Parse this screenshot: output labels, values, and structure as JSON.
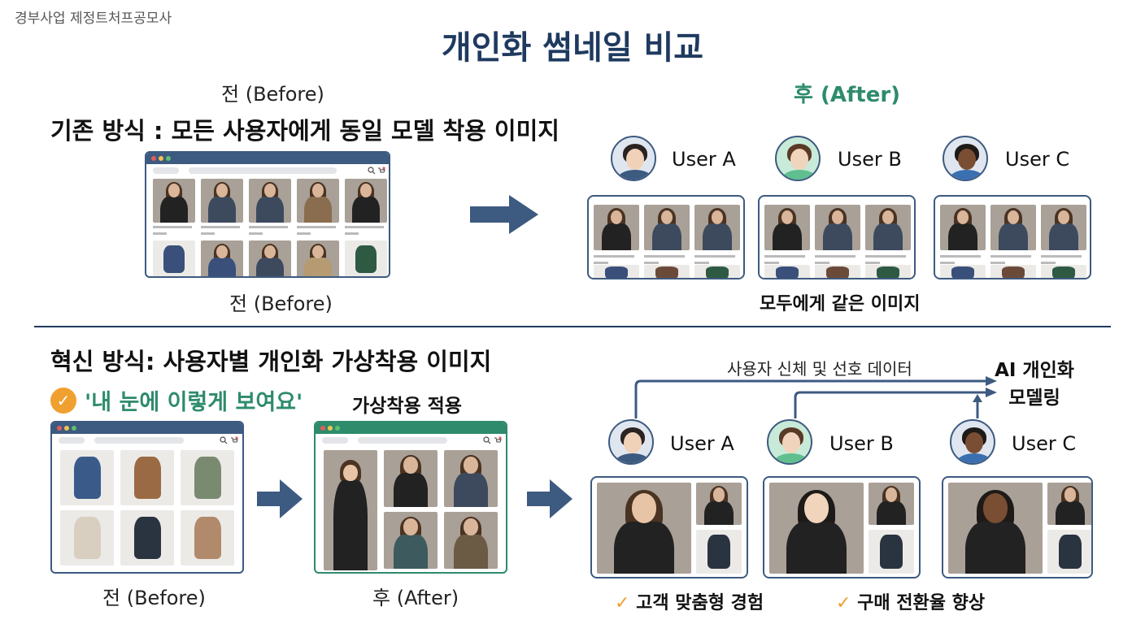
{
  "header": {
    "corner": "경부사업 제정트처프공모사",
    "title": "개인화 썸네일 비교"
  },
  "top": {
    "before_label": "전 (Before)",
    "after_label": "후 (After)",
    "heading": "기존 방식 : 모든 사용자에게 동일 모델 착용 이미지",
    "before_caption": "전 (Before)",
    "same_caption": "모두에게 같은 이미지",
    "users": [
      "User A",
      "User B",
      "User C"
    ]
  },
  "bottom": {
    "heading": "혁신 방식: 사용자별 개인화 가상착용 이미지",
    "tagline": "'내 눈에 이렇게 보여요'",
    "virtual_label": "가상착용 적용",
    "data_label": "사용자 신체 및 선호 데이터",
    "ai_line1": "AI 개인화",
    "ai_line2": "모델링",
    "before_caption": "전 (Before)",
    "after_caption": "후 (After)",
    "users": [
      "User A",
      "User B",
      "User C"
    ],
    "benefit1": "고객 맞춤형 경험",
    "benefit2": "구매 전환율 향상"
  },
  "icons": {
    "check": "check-icon",
    "arrow": "arrow-right-icon",
    "search": "search-icon",
    "cart": "cart-icon",
    "avatar": "user-avatar-icon"
  },
  "colors": {
    "navy": "#1f3a5f",
    "accent_green": "#2e8b6b",
    "check_orange": "#f0a030",
    "frame": "#3d5a80"
  }
}
